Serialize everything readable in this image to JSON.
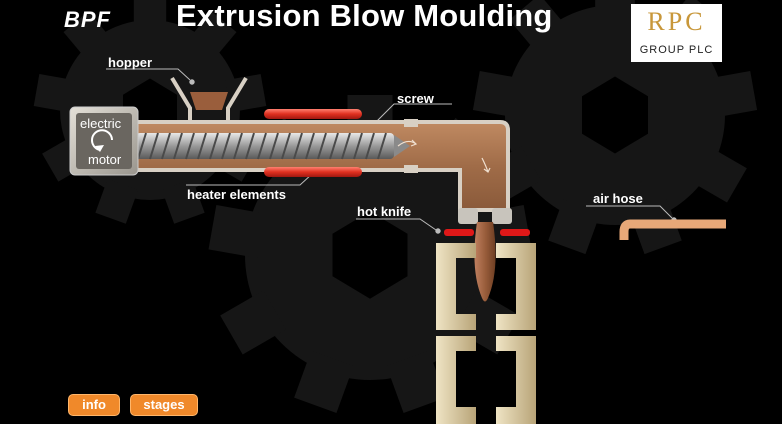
{
  "title": "Extrusion Blow Moulding",
  "logos": {
    "left": "BPF",
    "right_letters": "RPC",
    "right_sub": "GROUP PLC"
  },
  "labels": {
    "hopper": "hopper",
    "screw": "screw",
    "electric": "electric",
    "motor": "motor",
    "heater_elements": "heater elements",
    "hot_knife": "hot knife",
    "air_hose": "air hose"
  },
  "buttons": {
    "info": "info",
    "stages": "stages"
  },
  "colors": {
    "background": "#000000",
    "gear": "#1a1a1a",
    "barrel": "#a8704a",
    "heater": "#e83a2a",
    "mould": "#d8c8a0",
    "knife": "#e01818",
    "button": "#f0892a",
    "air_hose": "#e8a878"
  }
}
